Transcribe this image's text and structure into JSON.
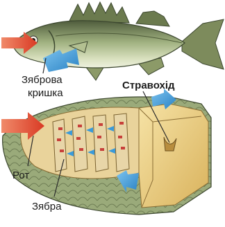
{
  "labels": {
    "gill_cover_line1": "Зяброва",
    "gill_cover_line2": "кришка",
    "esophagus": "Стравохід",
    "mouth": "Рот",
    "gills": "Зябра"
  },
  "colors": {
    "water_in": "#e8543a",
    "water_out": "#3a9ad9",
    "fish_body": "#a9b58a",
    "fish_back": "#5e6b4a",
    "fish_belly": "#dfe6c8",
    "cutaway_flesh": "#f2d58a",
    "cutaway_shade": "#d9b25c",
    "gill_red": "#c8403a"
  },
  "icons": [
    "water-inflow-arrow-icon",
    "water-outflow-arrow-icon"
  ]
}
